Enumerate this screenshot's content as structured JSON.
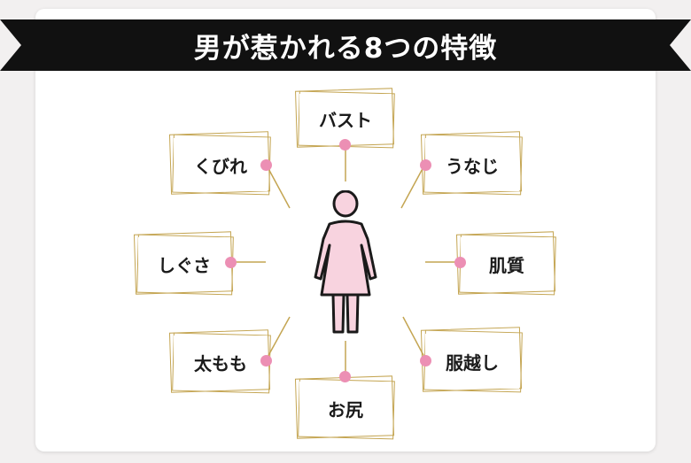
{
  "title": "男が惹かれる8つの特徴",
  "features": [
    {
      "id": "bust",
      "label": "バスト"
    },
    {
      "id": "unaji",
      "label": "うなじ"
    },
    {
      "id": "hada",
      "label": "肌質"
    },
    {
      "id": "fukugoshi",
      "label": "服越し"
    },
    {
      "id": "oshiri",
      "label": "お尻"
    },
    {
      "id": "futomomo",
      "label": "太もも"
    },
    {
      "id": "shigusa",
      "label": "しぐさ"
    },
    {
      "id": "kubire",
      "label": "くびれ"
    }
  ],
  "colors": {
    "banner": "#111111",
    "frame": "#c4a552",
    "dot": "#ec8fb4",
    "figure_fill": "#f8d3df",
    "figure_stroke": "#1a1a1a"
  }
}
